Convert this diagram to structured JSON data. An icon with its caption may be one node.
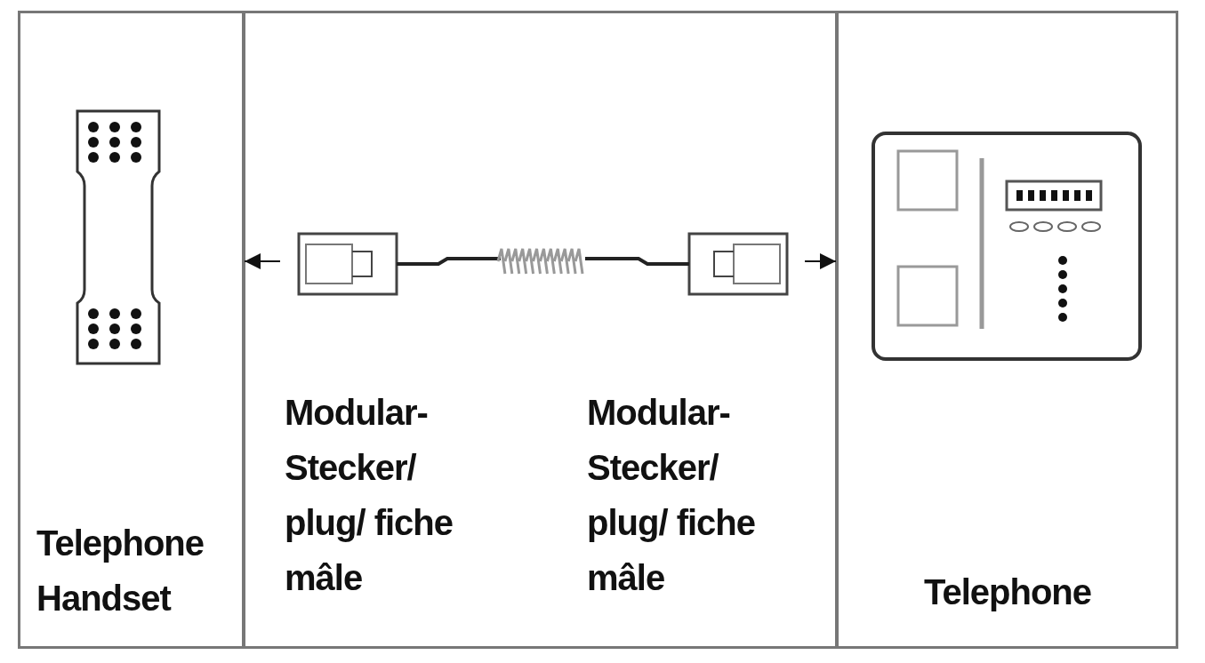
{
  "diagram": {
    "nodes": [
      {
        "text": [
          "Telephone Handset"
        ]
      },
      {
        "text": [],
        "shape": "picture",
        "in": 0
      },
      {
        "text": [],
        "shape": "box"
      },
      {
        "text": [
          "Modular- Stecker/ plug/ fiche mâle"
        ],
        "in": 2
      },
      {
        "text": [
          "Modular- Stecker/ plug/ fiche mâle"
        ],
        "in": 2
      },
      {
        "text": [
          "Telephone"
        ]
      },
      {
        "text": [],
        "shape": "picture",
        "in": 5
      }
    ],
    "edges": [
      {
        "from": 3,
        "to": 4,
        "arrow": "none",
        "color": "#999999"
      },
      {
        "from": 3,
        "to": 0,
        "arrow": "to"
      },
      {
        "from": 4,
        "to": 5,
        "arrow": "to"
      }
    ]
  }
}
